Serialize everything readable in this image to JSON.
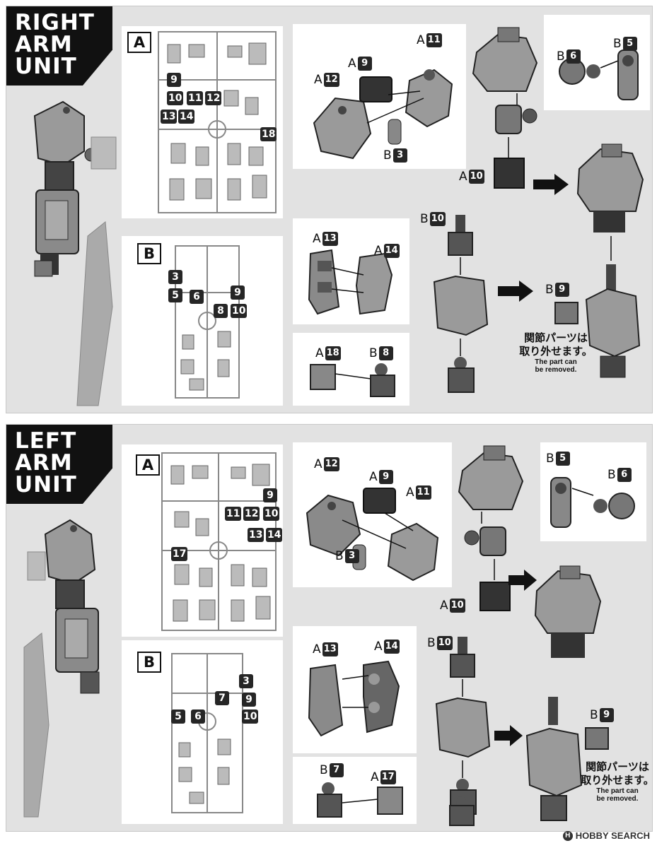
{
  "sections": {
    "right": {
      "title": "RIGHT\nARM\nUNIT",
      "runner_a": {
        "letter": "A",
        "numbers": [
          "9",
          "10",
          "11",
          "12",
          "13",
          "14",
          "18"
        ]
      },
      "runner_b": {
        "letter": "B",
        "numbers": [
          "3",
          "5",
          "6",
          "9",
          "8",
          "10"
        ]
      },
      "labels": {
        "a11": {
          "l": "A",
          "n": "11"
        },
        "a9": {
          "l": "A",
          "n": "9"
        },
        "a12": {
          "l": "A",
          "n": "12"
        },
        "b3": {
          "l": "B",
          "n": "3"
        },
        "b6": {
          "l": "B",
          "n": "6"
        },
        "b5": {
          "l": "B",
          "n": "5"
        },
        "a10": {
          "l": "A",
          "n": "10"
        },
        "b10": {
          "l": "B",
          "n": "10"
        },
        "a13": {
          "l": "A",
          "n": "13"
        },
        "a14": {
          "l": "A",
          "n": "14"
        },
        "b9": {
          "l": "B",
          "n": "9"
        },
        "a18": {
          "l": "A",
          "n": "18"
        },
        "b8": {
          "l": "B",
          "n": "8"
        }
      },
      "note": {
        "jp_line1": "関節パーツは",
        "jp_line2": "取り外せます。",
        "en_line1": "The part can",
        "en_line2": "be removed."
      }
    },
    "left": {
      "title": "LEFT\nARM\nUNIT",
      "runner_a": {
        "letter": "A",
        "numbers": [
          "9",
          "11",
          "12",
          "10",
          "13",
          "14",
          "17"
        ]
      },
      "runner_b": {
        "letter": "B",
        "numbers": [
          "3",
          "7",
          "9",
          "5",
          "6",
          "10"
        ]
      },
      "labels": {
        "a12": {
          "l": "A",
          "n": "12"
        },
        "a9": {
          "l": "A",
          "n": "9"
        },
        "a11": {
          "l": "A",
          "n": "11"
        },
        "b3": {
          "l": "B",
          "n": "3"
        },
        "b5": {
          "l": "B",
          "n": "5"
        },
        "b6": {
          "l": "B",
          "n": "6"
        },
        "a10": {
          "l": "A",
          "n": "10"
        },
        "b10": {
          "l": "B",
          "n": "10"
        },
        "a13": {
          "l": "A",
          "n": "13"
        },
        "a14": {
          "l": "A",
          "n": "14"
        },
        "b9": {
          "l": "B",
          "n": "9"
        },
        "b7": {
          "l": "B",
          "n": "7"
        },
        "a17": {
          "l": "A",
          "n": "17"
        }
      },
      "note": {
        "jp_line1": "関節パーツは",
        "jp_line2": "取り外せます。",
        "en_line1": "The part can",
        "en_line2": "be removed."
      }
    }
  },
  "watermark": {
    "badge": "H",
    "text": "HOBBY SEARCH"
  }
}
